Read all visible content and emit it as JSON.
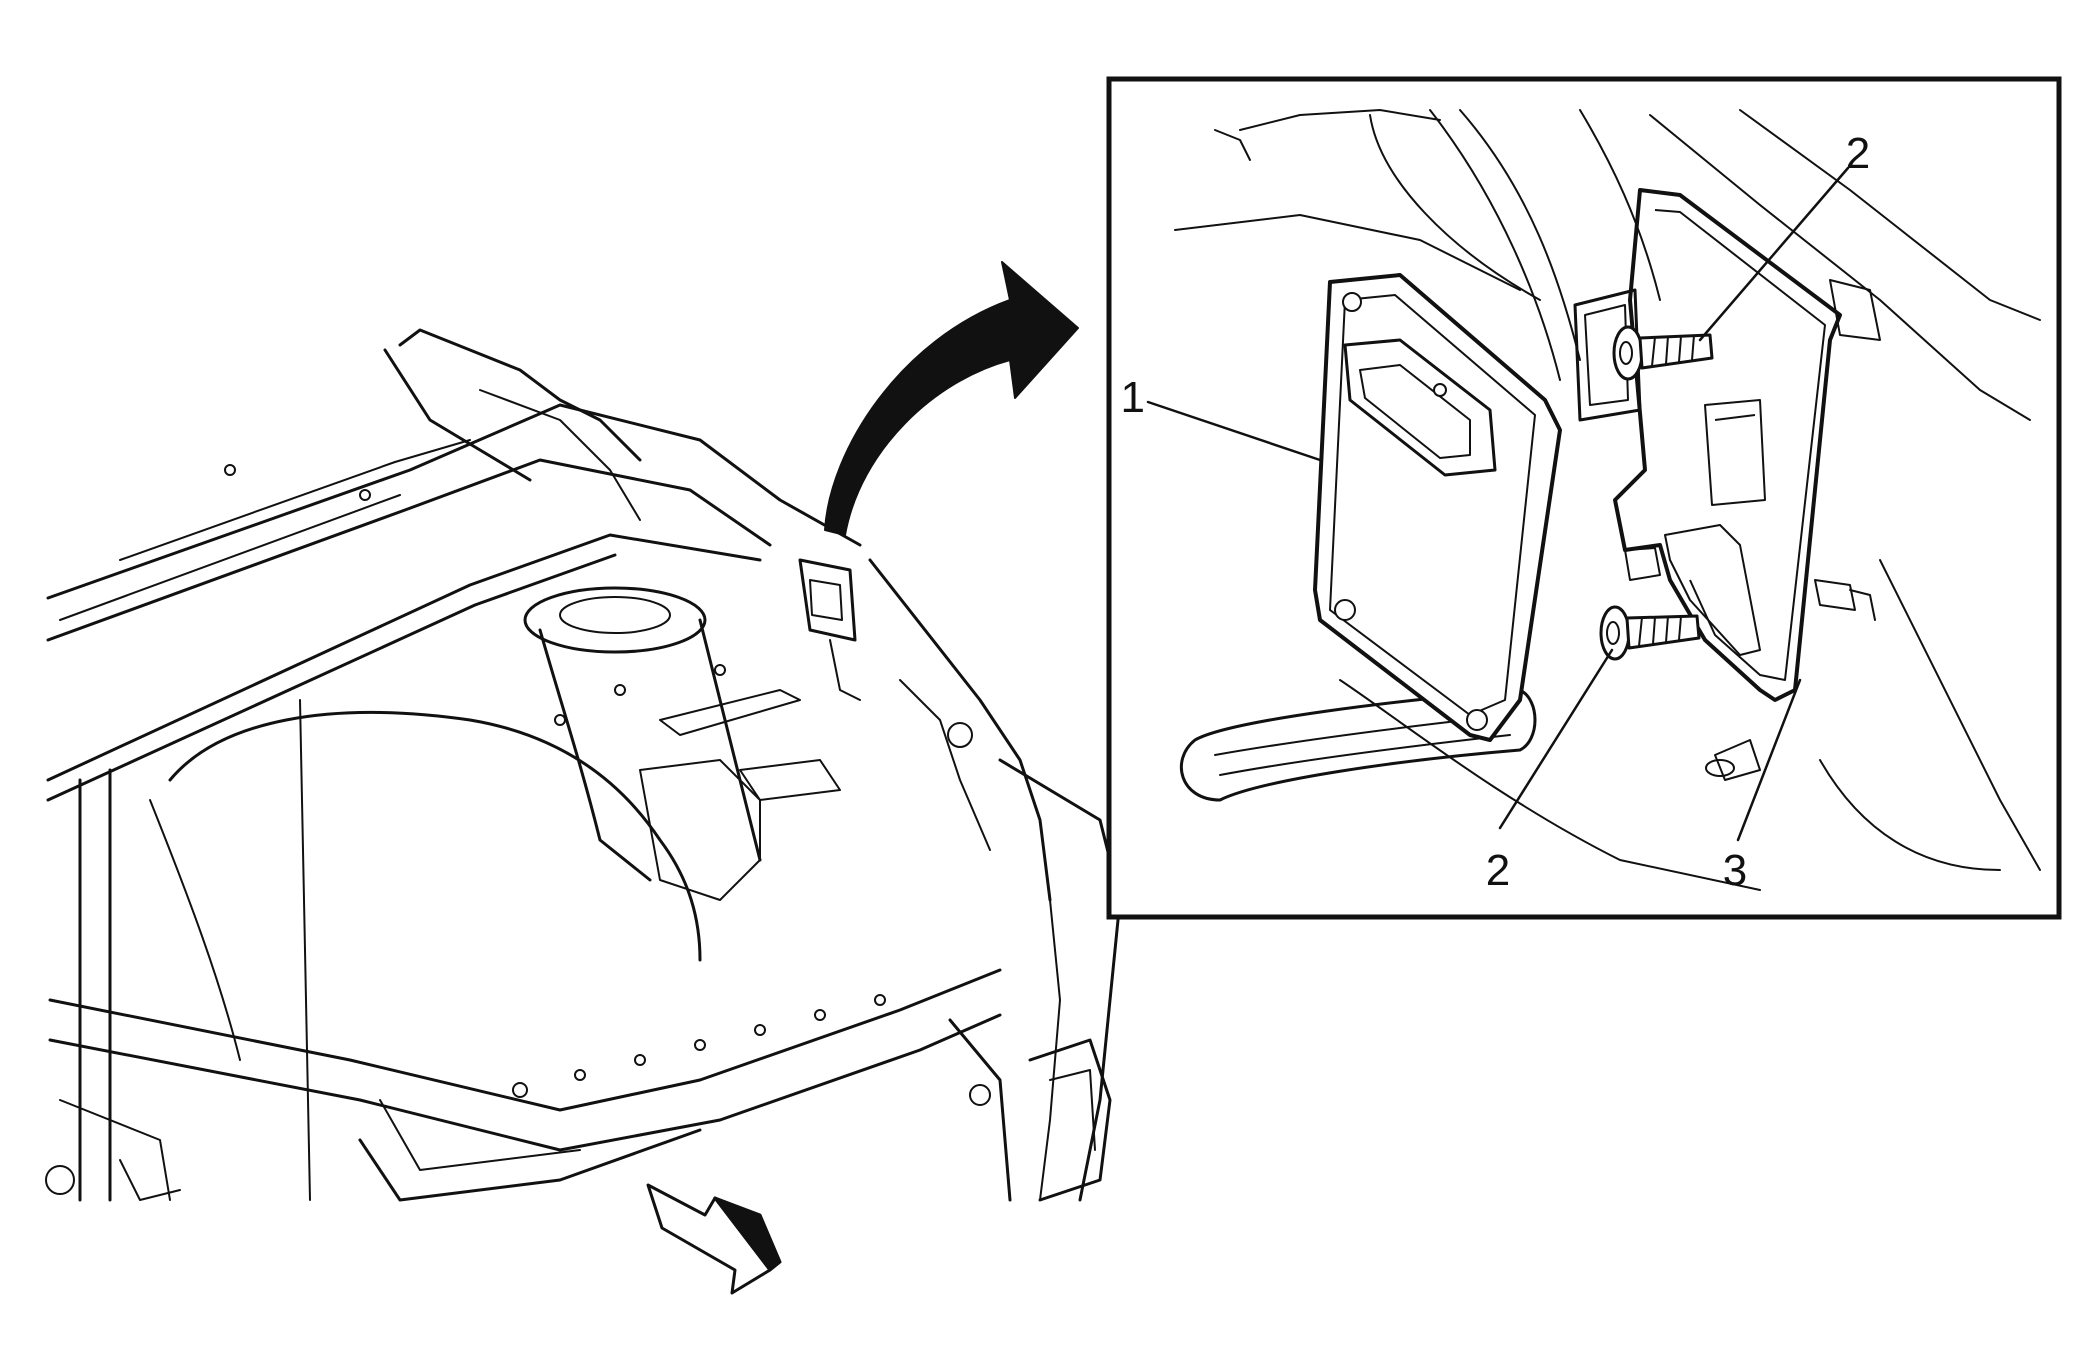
{
  "diagram": {
    "callouts": [
      {
        "id": "c1",
        "label": "1"
      },
      {
        "id": "c2a",
        "label": "2"
      },
      {
        "id": "c2b",
        "label": "2"
      },
      {
        "id": "c3",
        "label": "3"
      }
    ],
    "colors": {
      "line": "#111111",
      "background": "#ffffff",
      "arrow_fill": "#111111"
    },
    "icons": {
      "detail_arrow": "curved-arrow-icon",
      "forward_arrow": "direction-arrow-icon"
    }
  }
}
